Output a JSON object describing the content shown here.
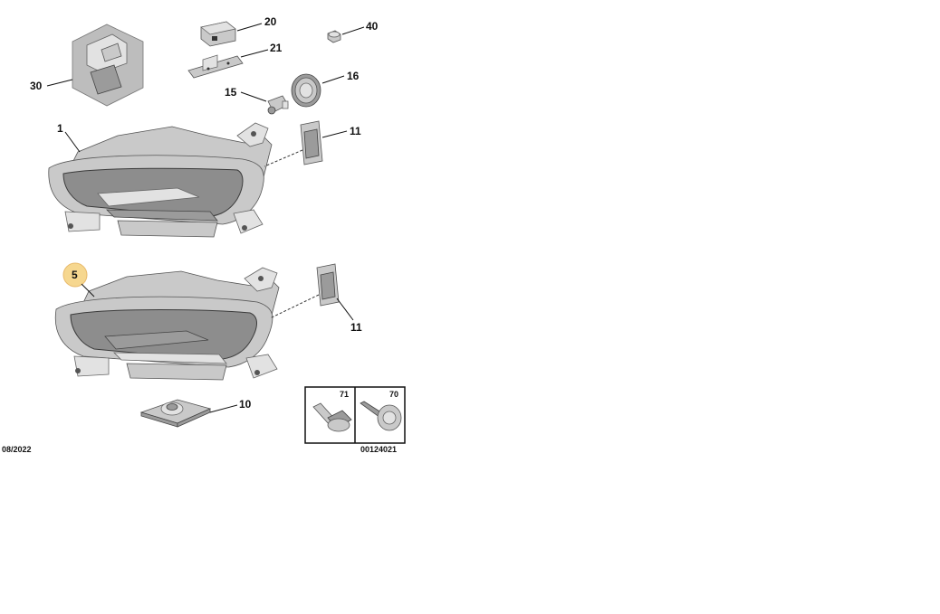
{
  "callouts": {
    "p1": "1",
    "p5": "5",
    "p10": "10",
    "p11a": "11",
    "p11b": "11",
    "p15": "15",
    "p16": "16",
    "p20": "20",
    "p21": "21",
    "p30": "30",
    "p40": "40",
    "p70": "70",
    "p71": "71"
  },
  "footer": {
    "date": "08/2022",
    "reference": "00124021"
  },
  "colors": {
    "highlight": "#f6d78f",
    "line": "#111111",
    "part": "#c9c9c9"
  }
}
